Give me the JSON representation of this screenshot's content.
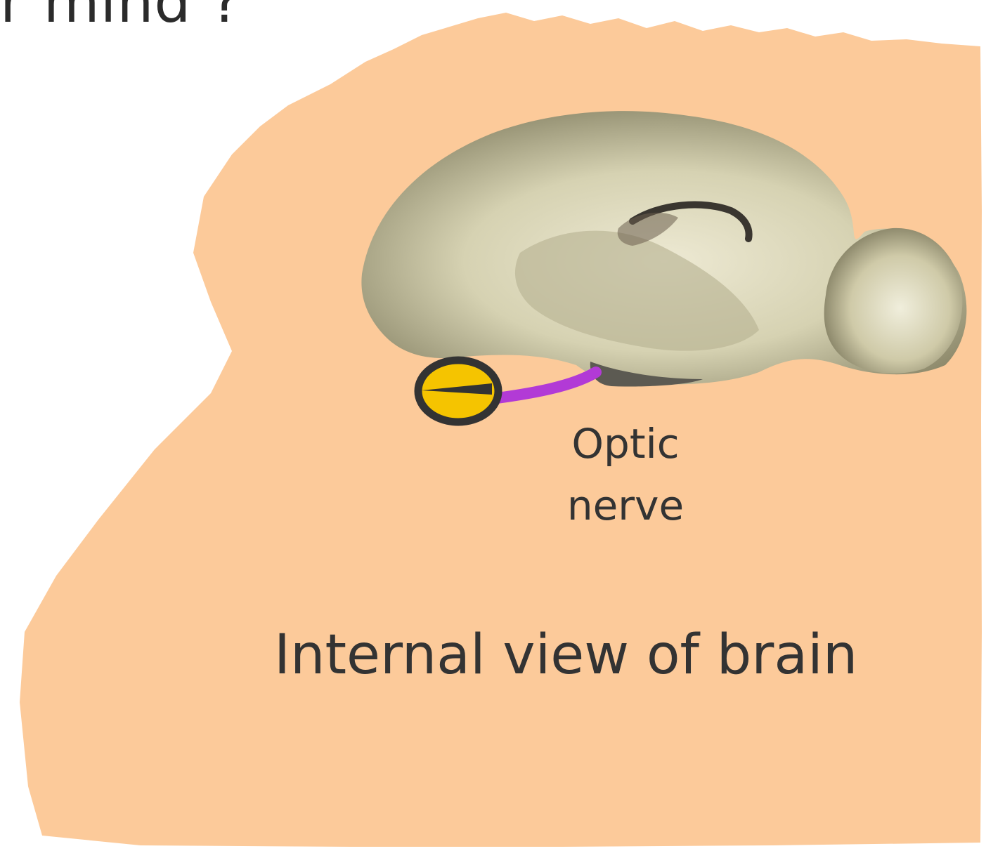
{
  "header": {
    "title_fragment": "r mind ?"
  },
  "diagram": {
    "labels": {
      "optic_nerve_line1": "Optic",
      "optic_nerve_line2": "nerve",
      "caption": "Internal view of brain"
    },
    "colors": {
      "background_shape": "#FCCA9A",
      "nerve": "#B23AD6",
      "eye_fill": "#F5C400",
      "eye_outline": "#333333",
      "brain_tissue": "#CBC7A4"
    },
    "icons": [
      "eye-icon",
      "brain-illustration"
    ]
  }
}
